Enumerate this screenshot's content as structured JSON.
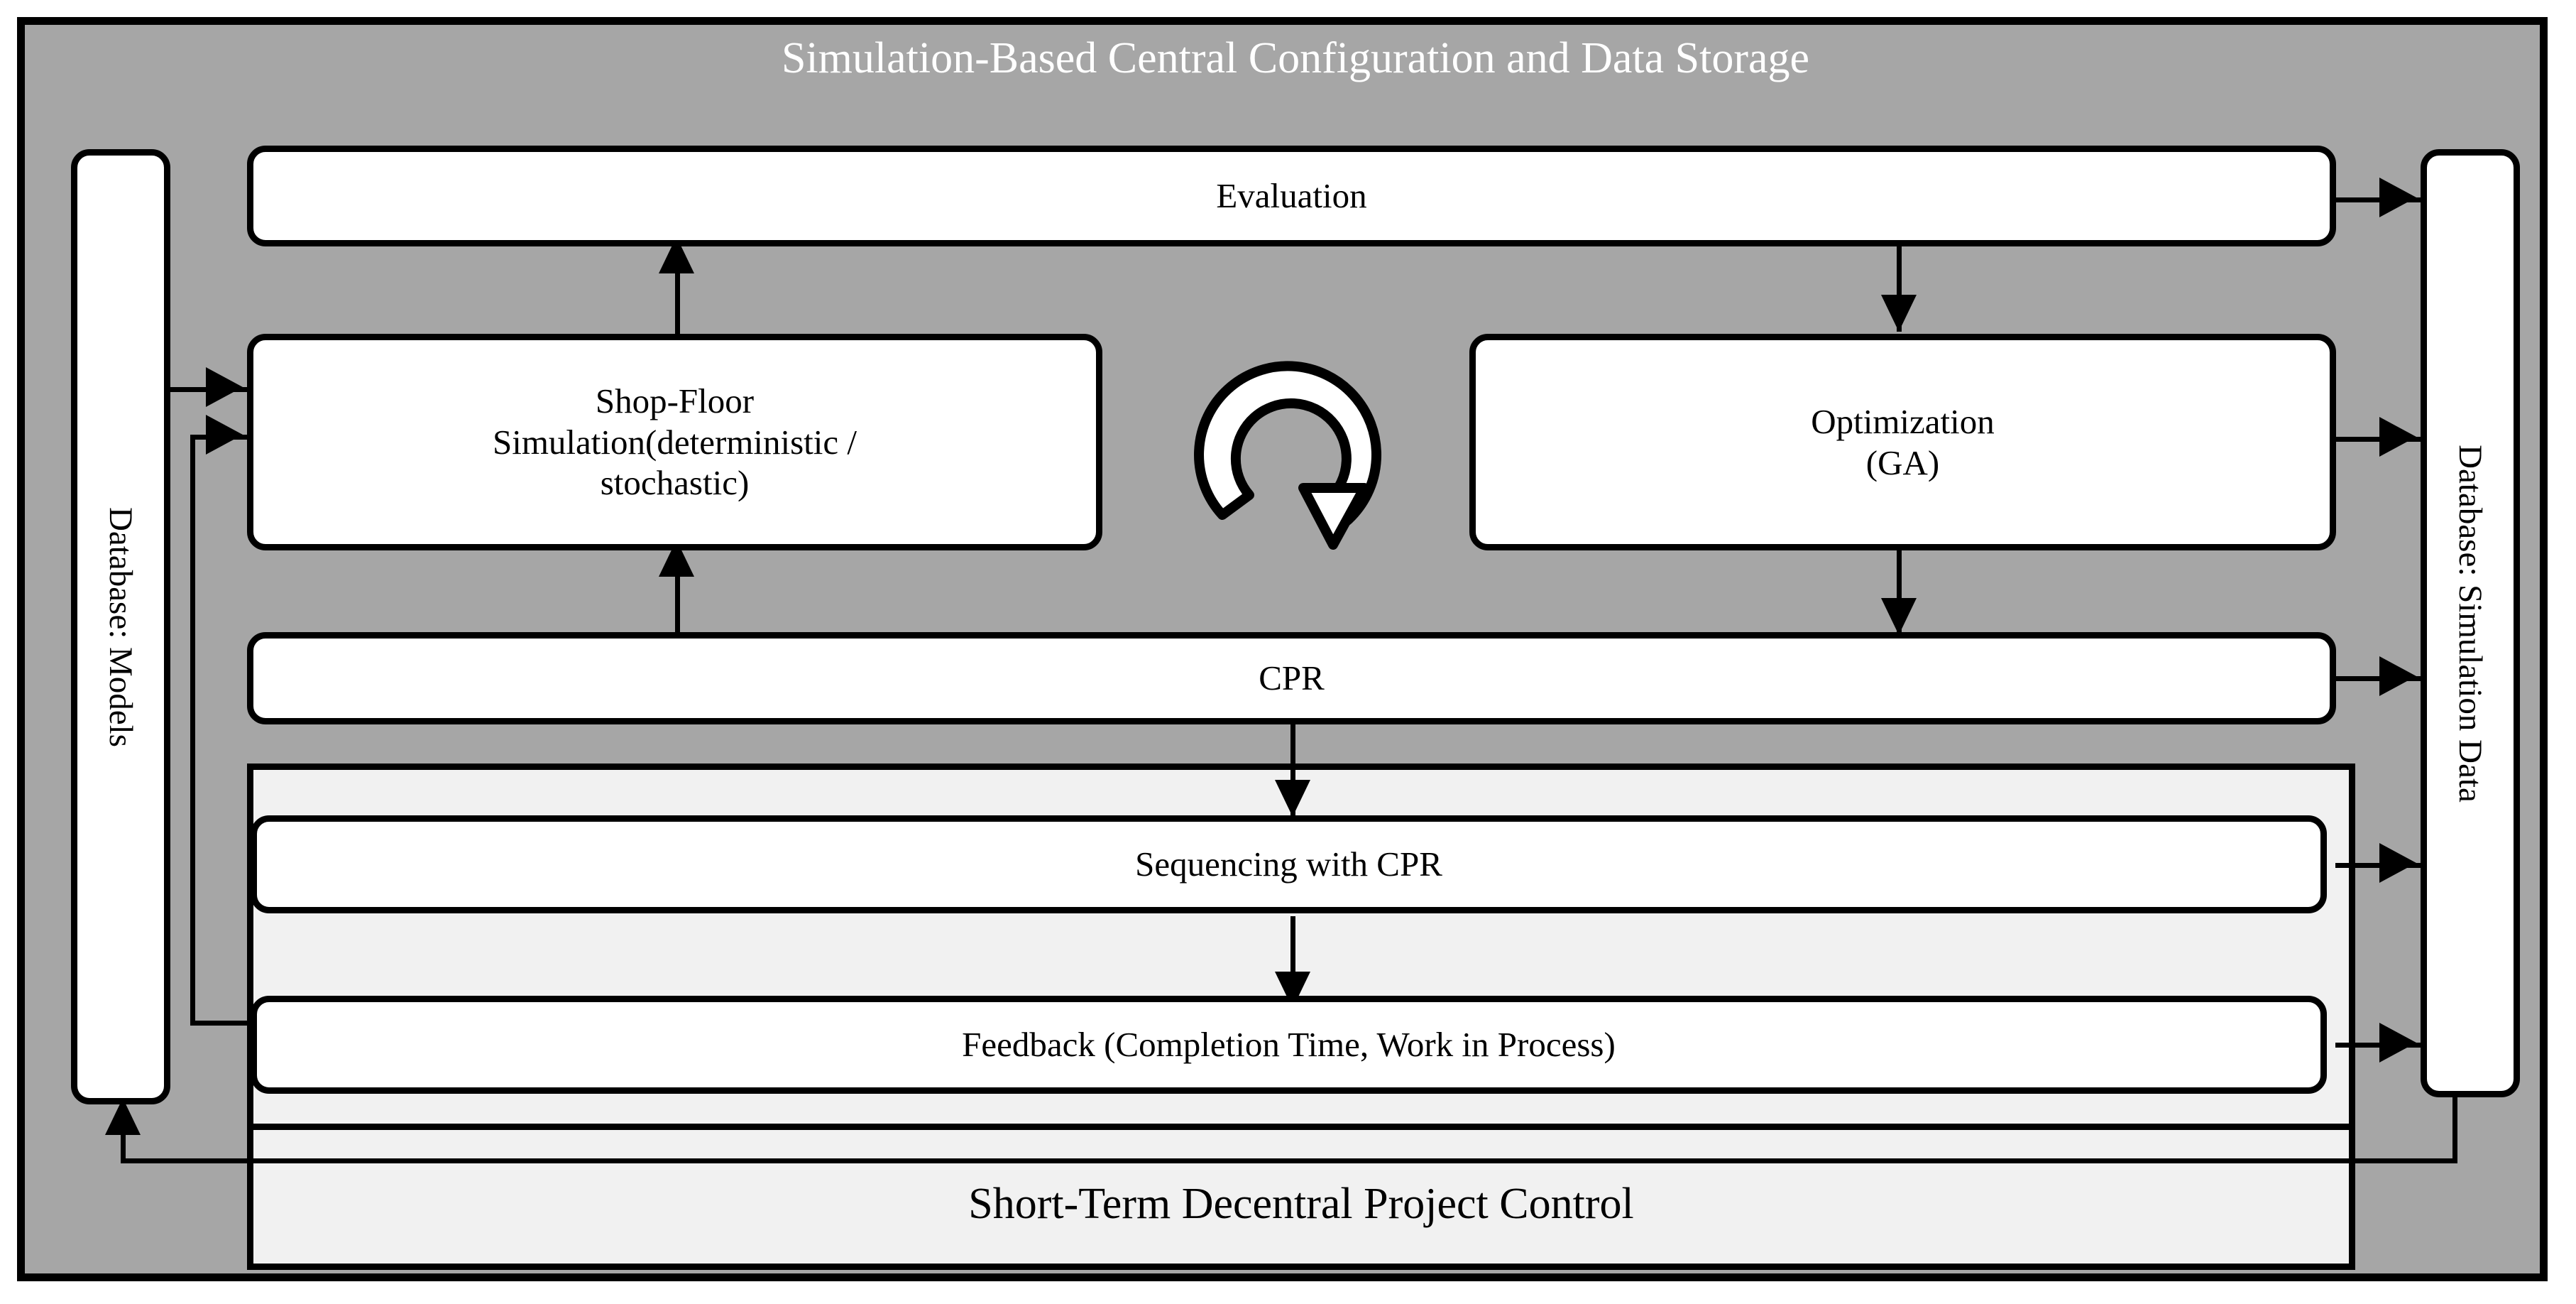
{
  "figure": {
    "title": "Simulation-Based Central Configuration and Data Storage",
    "background_color": "#a6a6a6",
    "panel_color": "#f1f1f1",
    "node_fill": "#ffffff",
    "line_color": "#000000"
  },
  "databases": {
    "left": {
      "label": "Database: Models",
      "name": "database-models"
    },
    "right": {
      "label": "Database: Simulation Data",
      "name": "database-simulation-data"
    }
  },
  "nodes": {
    "evaluation": {
      "label": "Evaluation"
    },
    "shop_floor": {
      "line1": "Shop-Floor",
      "line2": "Simulation(deterministic /",
      "line3": "stochastic)"
    },
    "optimization": {
      "line1": "Optimization",
      "line2": "(GA)"
    },
    "cpr": {
      "label": "CPR"
    },
    "sequencing": {
      "label": "Sequencing with CPR"
    },
    "feedback": {
      "label": "Feedback (Completion Time, Work in Process)"
    }
  },
  "panel": {
    "caption": "Short-Term Decentral Project Control"
  },
  "icons": {
    "loop": "circular-loop-arrow-icon"
  }
}
